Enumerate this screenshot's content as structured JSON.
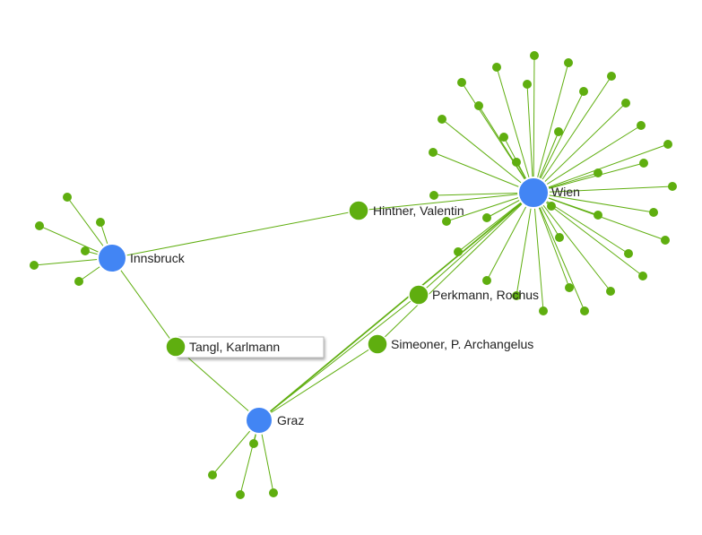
{
  "colors": {
    "place_node": "#4285f4",
    "person_node": "#5fae0f",
    "edge": "#5fae0f",
    "label_text": "#222222"
  },
  "places": {
    "innsbruck": "Innsbruck",
    "wien": "Wien",
    "graz": "Graz"
  },
  "persons": {
    "hintner": "Hintner, Valentin",
    "perkmann": "Perkmann, Rochus",
    "simeoner": "Simeoner, P. Archangelus",
    "tangl": "Tangl, Karlmann"
  },
  "highlighted_node_tooltip": "Tangl, Karlmann"
}
